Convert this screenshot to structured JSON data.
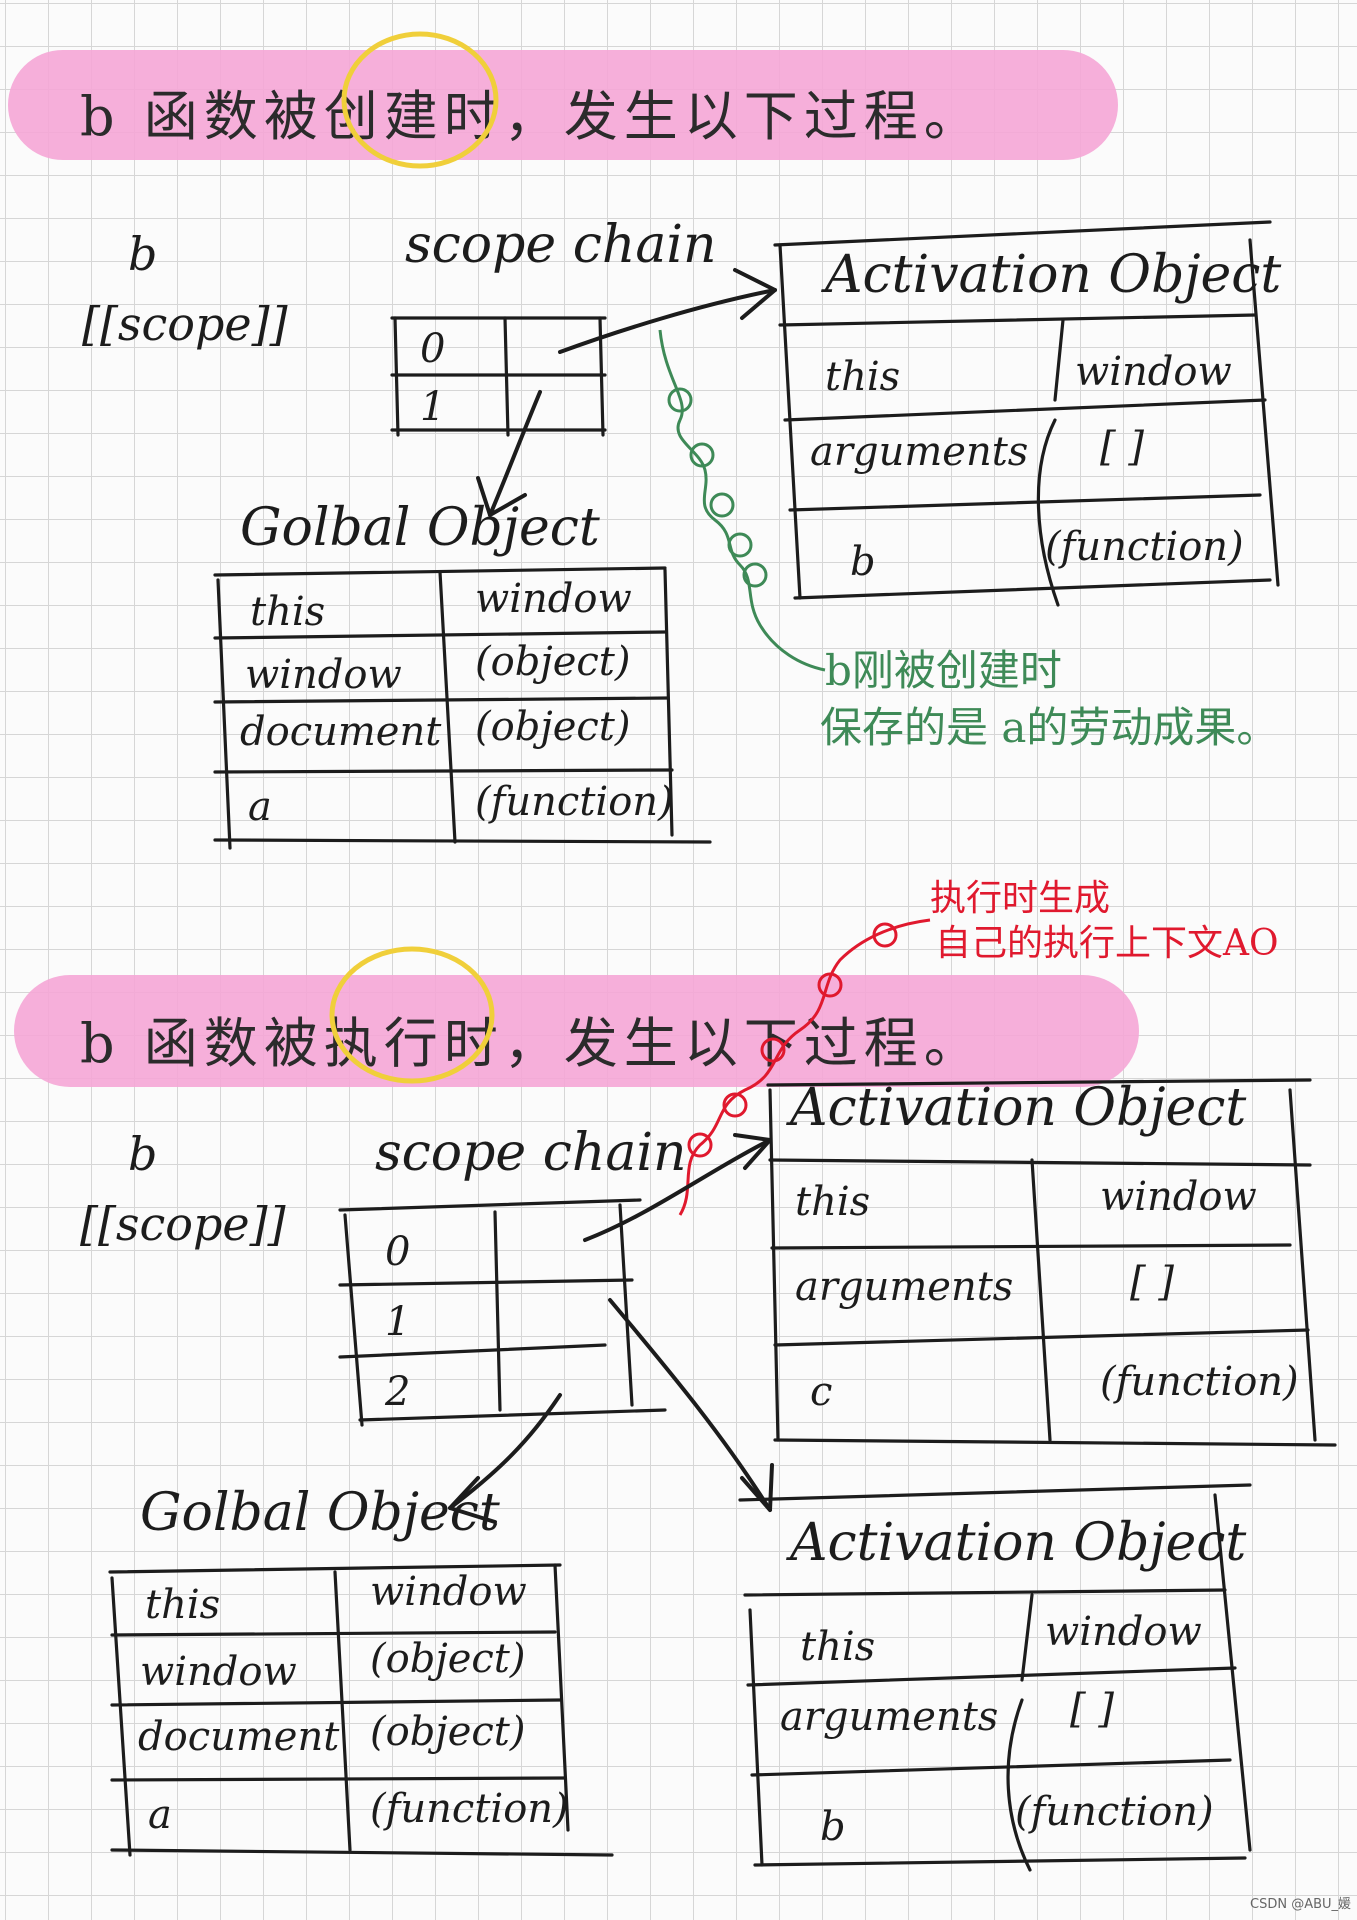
{
  "section1": {
    "heading": "b 函数被创建时，发生以下过程。",
    "circled": "创建",
    "b_label": "b",
    "scope_label": "[[scope]]",
    "scope_chain_title": "scope chain",
    "scope_rows": [
      "0",
      "1"
    ],
    "global_object": {
      "title": "Golbal Object",
      "rows": [
        [
          "this",
          "window"
        ],
        [
          "window",
          "(object)"
        ],
        [
          "document",
          "(object)"
        ],
        [
          "a",
          "(function)"
        ]
      ]
    },
    "activation_object": {
      "title": "Activation Object",
      "rows": [
        [
          "this",
          "window"
        ],
        [
          "arguments",
          "[ ]"
        ],
        [
          "b",
          "(function)"
        ]
      ]
    },
    "note_line1": "b刚被创建时",
    "note_line2": "保存的是 a的劳动成果。"
  },
  "section2": {
    "heading": "b 函数被执行时，发生以下过程。",
    "circled": "执行",
    "b_label": "b",
    "scope_label": "[[scope]]",
    "scope_chain_title": "scope chain",
    "scope_rows": [
      "0",
      "1",
      "2"
    ],
    "activation_object_new": {
      "title": "Activation Object",
      "rows": [
        [
          "this",
          "window"
        ],
        [
          "arguments",
          "[ ]"
        ],
        [
          "c",
          "(function)"
        ]
      ]
    },
    "global_object": {
      "title": "Golbal Object",
      "rows": [
        [
          "this",
          "window"
        ],
        [
          "window",
          "(object)"
        ],
        [
          "document",
          "(object)"
        ],
        [
          "a",
          "(function)"
        ]
      ]
    },
    "activation_object": {
      "title": "Activation Object",
      "rows": [
        [
          "this",
          "window"
        ],
        [
          "arguments",
          "[ ]"
        ],
        [
          "b",
          "(function)"
        ]
      ]
    },
    "note_line1": "执行时生成",
    "note_line2": "自己的执行上下文AO"
  },
  "watermark": "CSDN @ABU_媛",
  "colors": {
    "highlight": "#f5a6d6",
    "circle": "#f0cf3a",
    "green_note": "#3e8a57",
    "red_note": "#e0192e",
    "ink": "#1c1c1c"
  }
}
